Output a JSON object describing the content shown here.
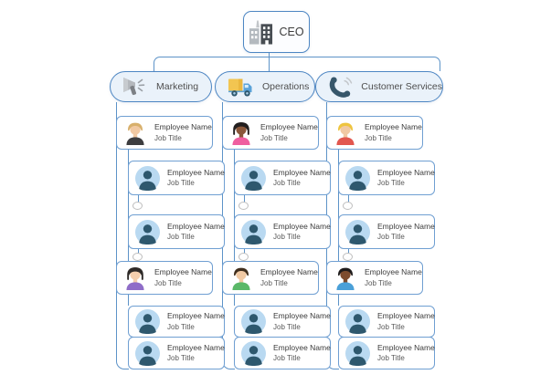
{
  "title": "Organizational Chart",
  "colors": {
    "connector_line": "#5d93c8",
    "pill_fill": "#eaf2fa",
    "pill_border": "#4d86c3",
    "card_border": "#6f9fd2",
    "text_primary": "#3c3c3c",
    "text_secondary": "#5a5a5a"
  },
  "ceo": {
    "label": "CEO",
    "icon": "buildings-icon"
  },
  "generic_avatar": {
    "bg": "#b9d9f1",
    "silhouette": "#2e586e"
  },
  "departments": [
    {
      "name": "Marketing",
      "icon": "megaphone-icon",
      "groups": [
        {
          "manager": {
            "name": "Employee Name",
            "title": "Job Title",
            "avatar": {
              "style": "short",
              "skin": "#f1c9a3",
              "hair": "#d8b06c",
              "shirt": "#3d3d3f"
            }
          },
          "reports": [
            {
              "name": "Employee Name",
              "title": "Job Title",
              "has_collapsed_children": true
            },
            {
              "name": "Employee Name",
              "title": "Job Title",
              "has_collapsed_children": true
            }
          ]
        },
        {
          "manager": {
            "name": "Employee Name",
            "title": "Job Title",
            "avatar": {
              "style": "bob",
              "skin": "#f5cfae",
              "hair": "#2e2a28",
              "shirt": "#8f6dc8"
            }
          },
          "reports": [
            {
              "name": "Employee Name",
              "title": "Job Title",
              "has_collapsed_children": false
            },
            {
              "name": "Employee Name",
              "title": "Job Title",
              "has_collapsed_children": false
            }
          ]
        }
      ]
    },
    {
      "name": "Operations",
      "icon": "truck-icon",
      "groups": [
        {
          "manager": {
            "name": "Employee Name",
            "title": "Job Title",
            "avatar": {
              "style": "bob",
              "skin": "#8a573a",
              "hair": "#221f1f",
              "shirt": "#ef5fa0"
            }
          },
          "reports": [
            {
              "name": "Employee Name",
              "title": "Job Title",
              "has_collapsed_children": true
            },
            {
              "name": "Employee Name",
              "title": "Job Title",
              "has_collapsed_children": true
            }
          ]
        },
        {
          "manager": {
            "name": "Employee Name",
            "title": "Job Title",
            "avatar": {
              "style": "short",
              "skin": "#f1c9a3",
              "hair": "#3f2e1d",
              "shirt": "#5bb868"
            }
          },
          "reports": [
            {
              "name": "Employee Name",
              "title": "Job Title",
              "has_collapsed_children": false
            },
            {
              "name": "Employee Name",
              "title": "Job Title",
              "has_collapsed_children": false
            }
          ]
        }
      ]
    },
    {
      "name": "Customer Services",
      "icon": "phone-icon",
      "groups": [
        {
          "manager": {
            "name": "Employee Name",
            "title": "Job Title",
            "avatar": {
              "style": "short",
              "skin": "#f1c9a3",
              "hair": "#eec43f",
              "shirt": "#e2574e"
            }
          },
          "reports": [
            {
              "name": "Employee Name",
              "title": "Job Title",
              "has_collapsed_children": true
            },
            {
              "name": "Employee Name",
              "title": "Job Title",
              "has_collapsed_children": true
            }
          ]
        },
        {
          "manager": {
            "name": "Employee Name",
            "title": "Job Title",
            "avatar": {
              "style": "short",
              "skin": "#7d4c2e",
              "hair": "#1f1c1c",
              "shirt": "#4aa0d8"
            }
          },
          "reports": [
            {
              "name": "Employee Name",
              "title": "Job Title",
              "has_collapsed_children": false
            },
            {
              "name": "Employee Name",
              "title": "Job Title",
              "has_collapsed_children": false
            }
          ]
        }
      ]
    }
  ]
}
